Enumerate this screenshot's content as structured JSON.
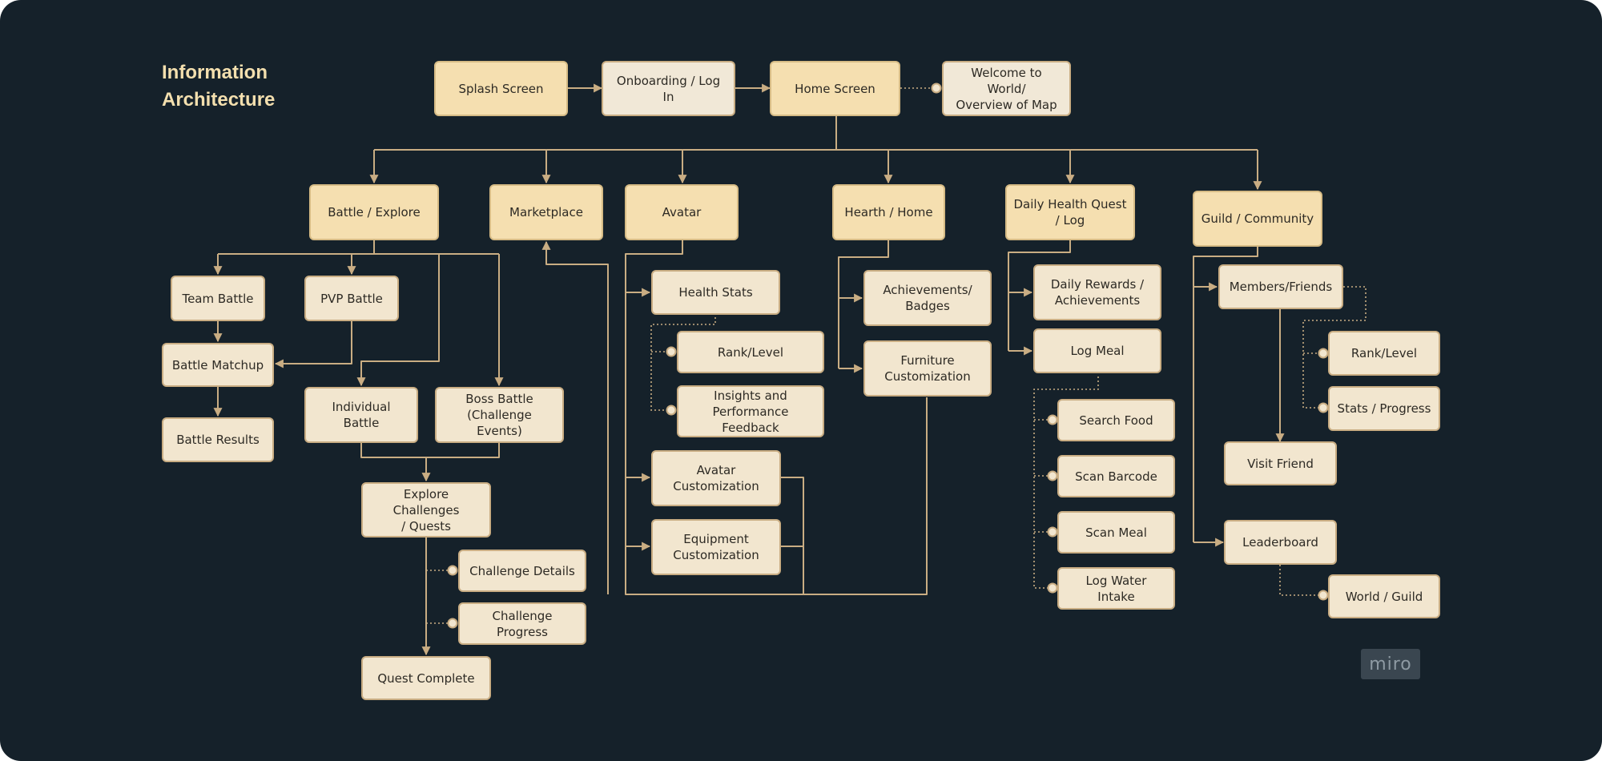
{
  "diagram": {
    "title_line1": "Information",
    "title_line2": "Architecture",
    "watermark": "miro",
    "colors": {
      "background": "#15212a",
      "node_primary": "#f5dfb0",
      "node_secondary": "#f2e6cf",
      "node_border": "#c9ad83",
      "connector": "#c9ad83",
      "title": "#f3dfae"
    },
    "nodes": {
      "splash": "Splash Screen",
      "onboarding": "Onboarding / Log In",
      "home_screen": "Home Screen",
      "welcome": "Welcome to World/\nOverview of Map",
      "battle_explore": "Battle / Explore",
      "marketplace": "Marketplace",
      "avatar": "Avatar",
      "hearth_home": "Hearth / Home",
      "daily_quest": "Daily Health Quest\n/ Log",
      "guild_community": "Guild / Community",
      "team_battle": "Team Battle",
      "pvp_battle": "PVP Battle",
      "battle_matchup": "Battle Matchup",
      "battle_results": "Battle Results",
      "individual_battle": "Individual Battle",
      "boss_battle": "Boss Battle\n(Challenge Events)",
      "explore_challenges": "Explore Challenges\n/ Quests",
      "challenge_details": "Challenge Details",
      "challenge_progress": "Challenge Progress",
      "quest_complete": "Quest Complete",
      "health_stats": "Health Stats",
      "rank_level_avatar": "Rank/Level",
      "insights": "Insights and\nPerformance Feedback",
      "avatar_customization": "Avatar\nCustomization",
      "equipment_customization": "Equipment\nCustomization",
      "achievements_badges": "Achievements/\nBadges",
      "furniture_customization": "Furniture\nCustomization",
      "daily_rewards": "Daily Rewards /\nAchievements",
      "log_meal": "Log Meal",
      "search_food": "Search Food",
      "scan_barcode": "Scan Barcode",
      "scan_meal": "Scan Meal",
      "log_water": "Log Water Intake",
      "members_friends": "Members/Friends",
      "rank_level_guild": "Rank/Level",
      "stats_progress": "Stats / Progress",
      "visit_friend": "Visit Friend",
      "leaderboard": "Leaderboard",
      "world_guild": "World / Guild"
    }
  }
}
